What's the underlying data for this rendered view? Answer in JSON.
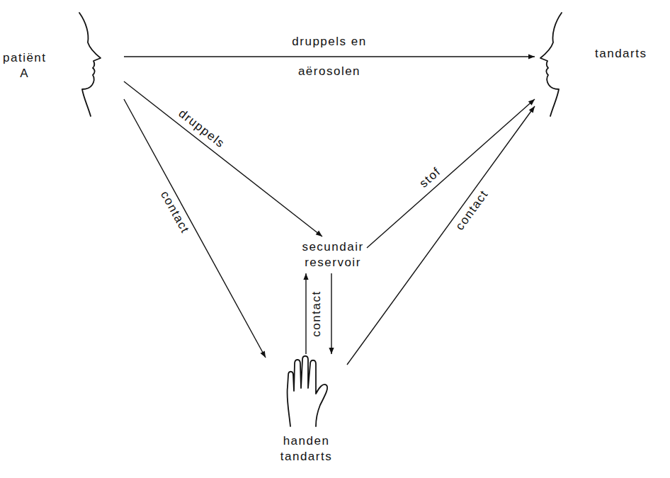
{
  "diagram": {
    "nodes": [
      {
        "text": [
          "patiënt A"
        ]
      },
      {
        "text": [
          "tandarts"
        ]
      },
      {
        "text": [
          "secundair reservoir"
        ]
      },
      {
        "text": [
          "handen tandarts"
        ]
      }
    ],
    "edges": [
      {
        "from": 0,
        "to": 1,
        "arrow": "to",
        "label": "druppels en aërosolen"
      },
      {
        "from": 0,
        "to": 2,
        "arrow": "to",
        "label": "druppels"
      },
      {
        "from": 0,
        "to": 3,
        "arrow": "to",
        "label": "contact"
      },
      {
        "from": 2,
        "to": 1,
        "arrow": "to",
        "label": "stof"
      },
      {
        "from": 3,
        "to": 1,
        "arrow": "to",
        "label": "contact"
      },
      {
        "from": 3,
        "to": 2,
        "arrow": "to",
        "label": "contact"
      },
      {
        "from": 2,
        "to": 3,
        "arrow": "to"
      }
    ]
  }
}
